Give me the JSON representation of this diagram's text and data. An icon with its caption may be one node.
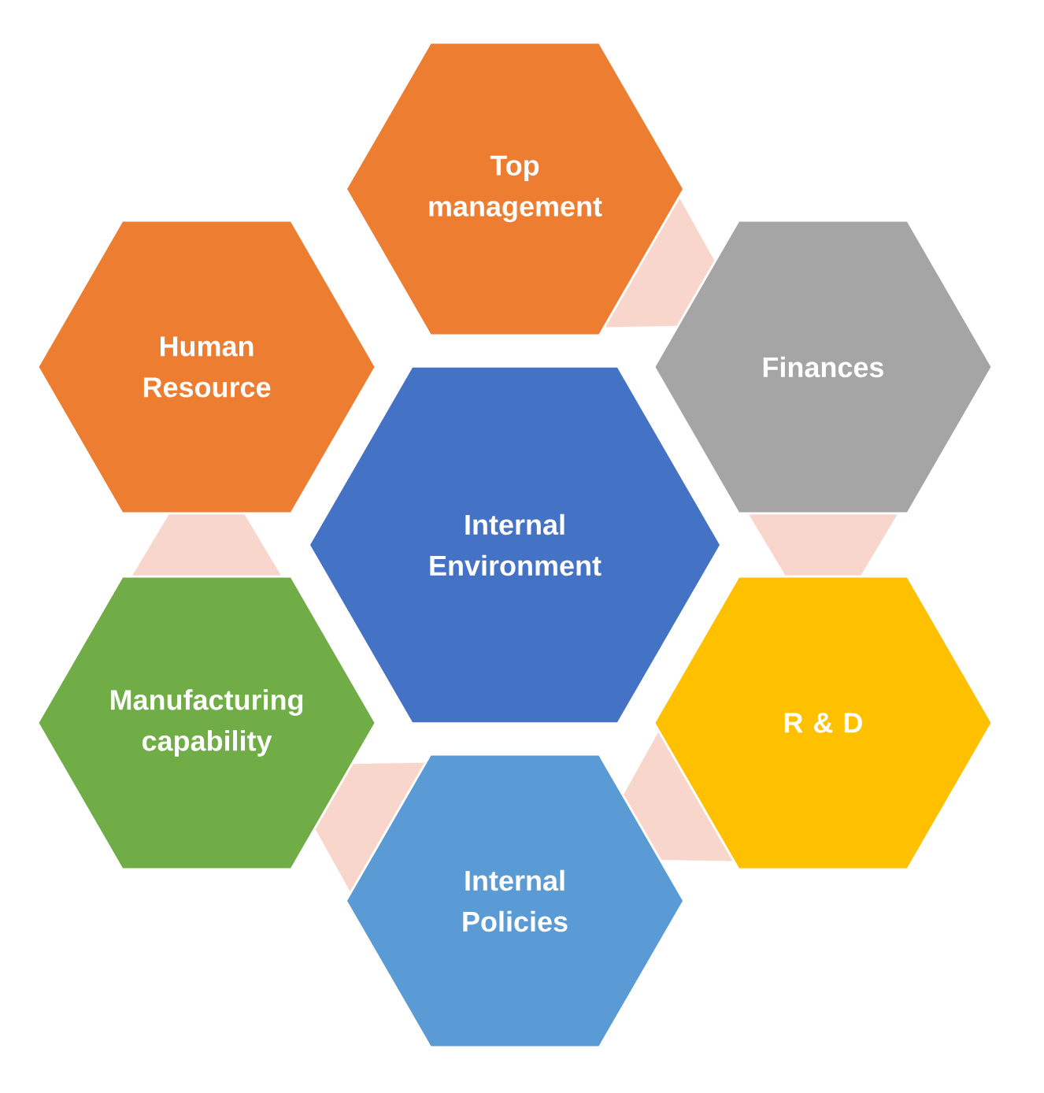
{
  "diagram": {
    "nodes": [
      {
        "text": [
          "Top management"
        ]
      },
      {
        "text": [
          "Human Resource"
        ]
      },
      {
        "text": [
          "Finances"
        ]
      },
      {
        "text": [
          "Internal Environment"
        ]
      },
      {
        "text": [
          "Manufacturing capability"
        ]
      },
      {
        "text": [
          "R & D"
        ]
      },
      {
        "text": [
          "Internal Policies"
        ]
      }
    ],
    "edges": [
      {
        "from": 0,
        "to": 2,
        "arrow": "none"
      },
      {
        "from": 2,
        "to": 5,
        "arrow": "none"
      },
      {
        "from": 5,
        "to": 6,
        "arrow": "none"
      },
      {
        "from": 6,
        "to": 4,
        "arrow": "none"
      },
      {
        "from": 4,
        "to": 1,
        "arrow": "none"
      }
    ]
  }
}
